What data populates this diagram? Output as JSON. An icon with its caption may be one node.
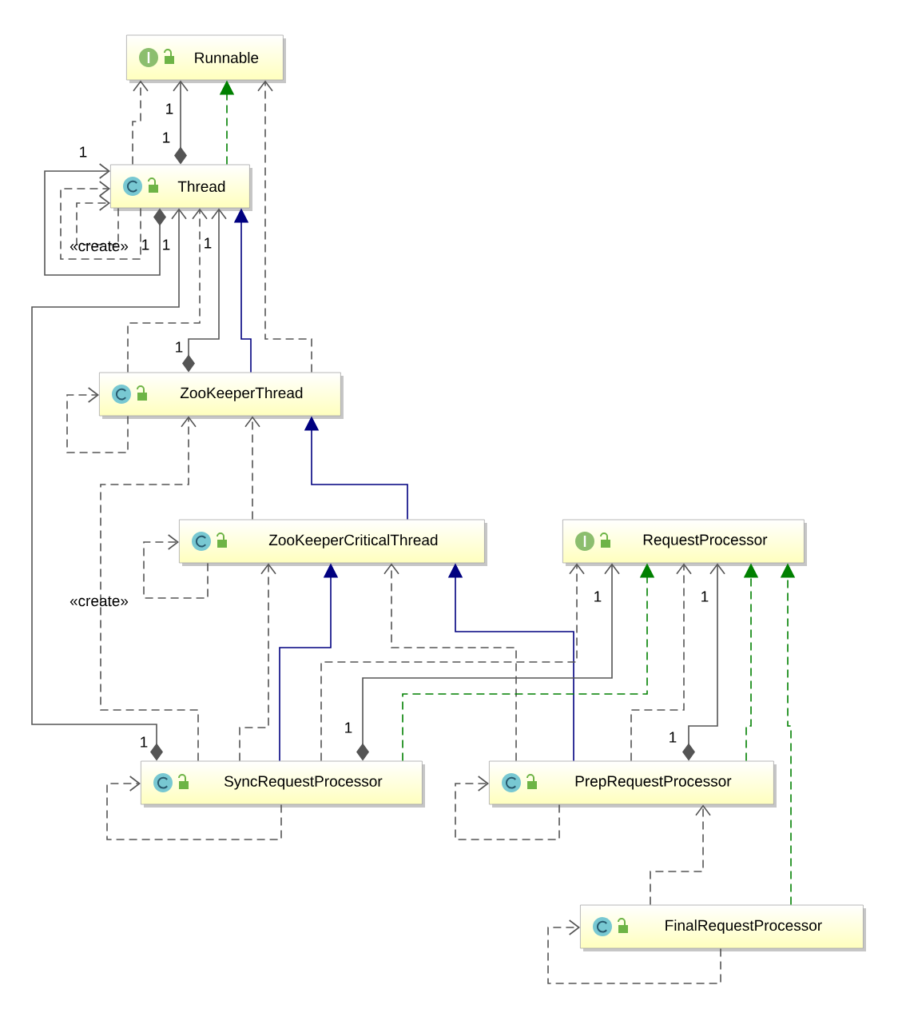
{
  "diagram": {
    "nodes": [
      {
        "text": [
          "Runnable"
        ]
      },
      {
        "text": [
          "Thread"
        ]
      },
      {
        "text": [
          "ZooKeeperThread"
        ]
      },
      {
        "text": [
          "ZooKeeperCriticalThread"
        ]
      },
      {
        "text": [
          "RequestProcessor"
        ]
      },
      {
        "text": [
          "SyncRequestProcessor"
        ]
      },
      {
        "text": [
          "PrepRequestProcessor"
        ]
      },
      {
        "text": [
          "FinalRequestProcessor"
        ]
      }
    ],
    "edges": [
      {
        "from": 1,
        "to": 0,
        "arrow": "to",
        "style": "dashed"
      },
      {
        "from": 1,
        "to": 0,
        "arrow": "to",
        "label": "1"
      },
      {
        "from": 1,
        "to": 0,
        "arrow": "to",
        "style": "dashed",
        "color": "#008000"
      },
      {
        "from": 2,
        "to": 0,
        "arrow": "to",
        "style": "dashed"
      },
      {
        "from": 1,
        "to": 1,
        "arrow": "to",
        "label": "1"
      },
      {
        "from": 1,
        "to": 1,
        "arrow": "to",
        "style": "dashed"
      },
      {
        "from": 1,
        "to": 1,
        "arrow": "to",
        "style": "dashed",
        "label": "«create»"
      },
      {
        "from": 5,
        "to": 1,
        "arrow": "to",
        "label": "1"
      },
      {
        "from": 2,
        "to": 1,
        "arrow": "to",
        "label": "1"
      },
      {
        "from": 2,
        "to": 1,
        "arrow": "to",
        "style": "dashed"
      },
      {
        "from": 2,
        "to": 1,
        "arrow": "to",
        "color": "#000080"
      },
      {
        "from": 2,
        "to": 2,
        "arrow": "to",
        "style": "dashed"
      },
      {
        "from": 3,
        "to": 2,
        "arrow": "to",
        "style": "dashed"
      },
      {
        "from": 5,
        "to": 2,
        "arrow": "to",
        "style": "dashed"
      },
      {
        "from": 3,
        "to": 2,
        "arrow": "to",
        "color": "#000080"
      },
      {
        "from": 3,
        "to": 3,
        "arrow": "to",
        "style": "dashed",
        "label": "«create»"
      },
      {
        "from": 5,
        "to": 3,
        "arrow": "to",
        "style": "dashed"
      },
      {
        "from": 5,
        "to": 3,
        "arrow": "to",
        "color": "#000080"
      },
      {
        "from": 6,
        "to": 3,
        "arrow": "to",
        "style": "dashed"
      },
      {
        "from": 6,
        "to": 3,
        "arrow": "to",
        "color": "#000080"
      },
      {
        "from": 5,
        "to": 4,
        "arrow": "to",
        "style": "dashed"
      },
      {
        "from": 5,
        "to": 4,
        "arrow": "to",
        "label": "1"
      },
      {
        "from": 5,
        "to": 4,
        "arrow": "to",
        "style": "dashed",
        "color": "#008000"
      },
      {
        "from": 6,
        "to": 4,
        "arrow": "to",
        "style": "dashed"
      },
      {
        "from": 6,
        "to": 4,
        "arrow": "to",
        "label": "1"
      },
      {
        "from": 6,
        "to": 4,
        "arrow": "to",
        "style": "dashed",
        "color": "#008000"
      },
      {
        "from": 7,
        "to": 4,
        "arrow": "to",
        "style": "dashed",
        "color": "#008000"
      },
      {
        "from": 7,
        "to": 6,
        "arrow": "to",
        "style": "dashed"
      },
      {
        "from": 5,
        "to": 5,
        "arrow": "to",
        "style": "dashed"
      },
      {
        "from": 6,
        "to": 6,
        "arrow": "to",
        "style": "dashed"
      },
      {
        "from": 7,
        "to": 7,
        "arrow": "to",
        "style": "dashed"
      }
    ],
    "labels": [
      "1",
      "1",
      "1",
      "1",
      "1",
      "1"
    ]
  }
}
